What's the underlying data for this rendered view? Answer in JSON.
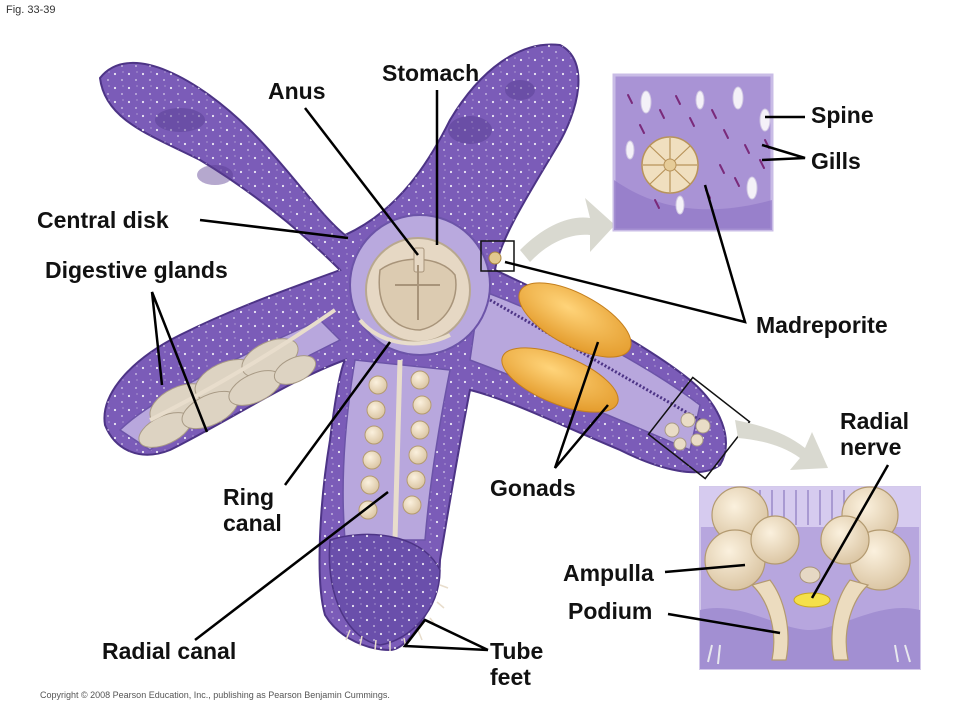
{
  "figure": {
    "number": "Fig. 33-39"
  },
  "copyright": "Copyright © 2008 Pearson Education, Inc., publishing as Pearson Benjamin Cummings.",
  "labels": {
    "stomach": "Stomach",
    "anus": "Anus",
    "central_disk": "Central disk",
    "digestive_glands": "Digestive glands",
    "spine": "Spine",
    "gills": "Gills",
    "madreporite": "Madreporite",
    "radial_nerve": "Radial\nnerve",
    "ring_canal": "Ring\ncanal",
    "gonads": "Gonads",
    "ampulla": "Ampulla",
    "podium": "Podium",
    "radial_canal": "Radial canal",
    "tube_feet": "Tube\nfeet"
  },
  "colors": {
    "body": "#7b5cb8",
    "body_light": "#a793d6",
    "body_dark": "#5a3f93",
    "organ_tan": "#e6d8c4",
    "organ_outline": "#b8a88f",
    "gonad_orange": "#f2b548",
    "nerve_yellow": "#f5e04a",
    "arrow_gray": "#d9d9d0",
    "leader": "#000000"
  }
}
